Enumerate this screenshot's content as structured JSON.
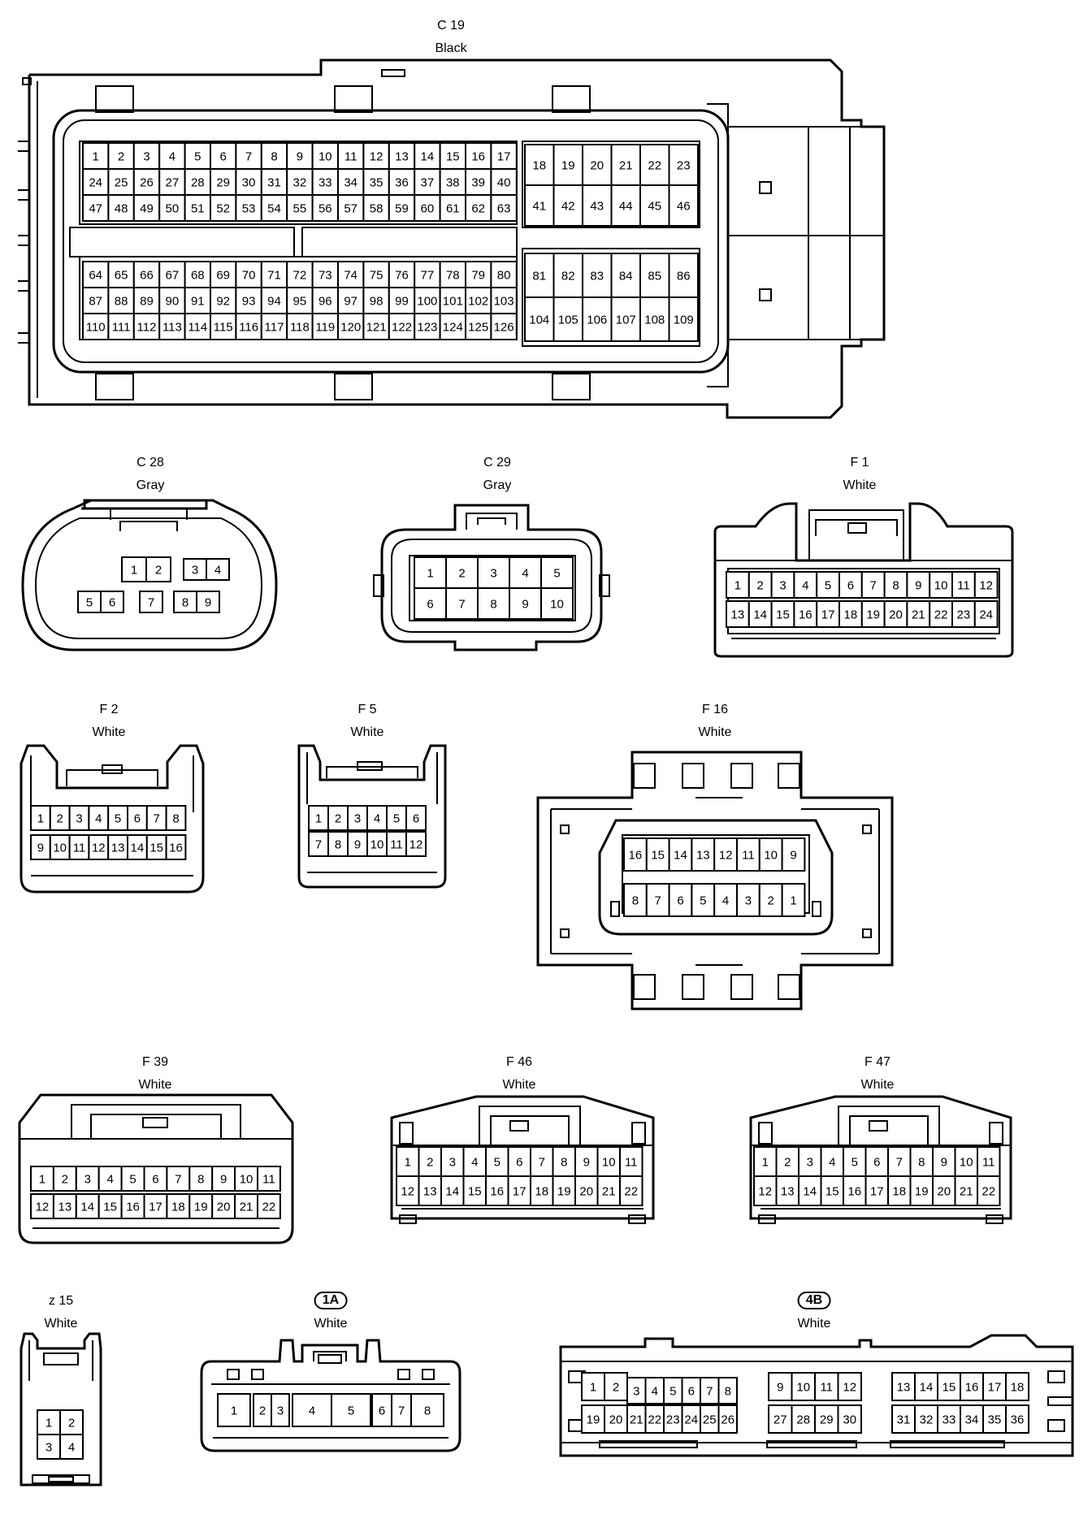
{
  "connectors": [
    {
      "id": "C19",
      "code": "C 19",
      "color": "Black"
    },
    {
      "id": "C28",
      "code": "C 28",
      "color": "Gray"
    },
    {
      "id": "C29",
      "code": "C 29",
      "color": "Gray"
    },
    {
      "id": "F1",
      "code": "F 1",
      "color": "White"
    },
    {
      "id": "F2",
      "code": "F 2",
      "color": "White"
    },
    {
      "id": "F5",
      "code": "F 5",
      "color": "White"
    },
    {
      "id": "F16",
      "code": "F 16",
      "color": "White"
    },
    {
      "id": "F39",
      "code": "F 39",
      "color": "White"
    },
    {
      "id": "F46",
      "code": "F 46",
      "color": "White"
    },
    {
      "id": "F47",
      "code": "F 47",
      "color": "White"
    },
    {
      "id": "z15",
      "code": "z 15",
      "color": "White"
    },
    {
      "id": "1A",
      "code": "1A",
      "color": "White"
    },
    {
      "id": "4B",
      "code": "4B",
      "color": "White"
    }
  ]
}
